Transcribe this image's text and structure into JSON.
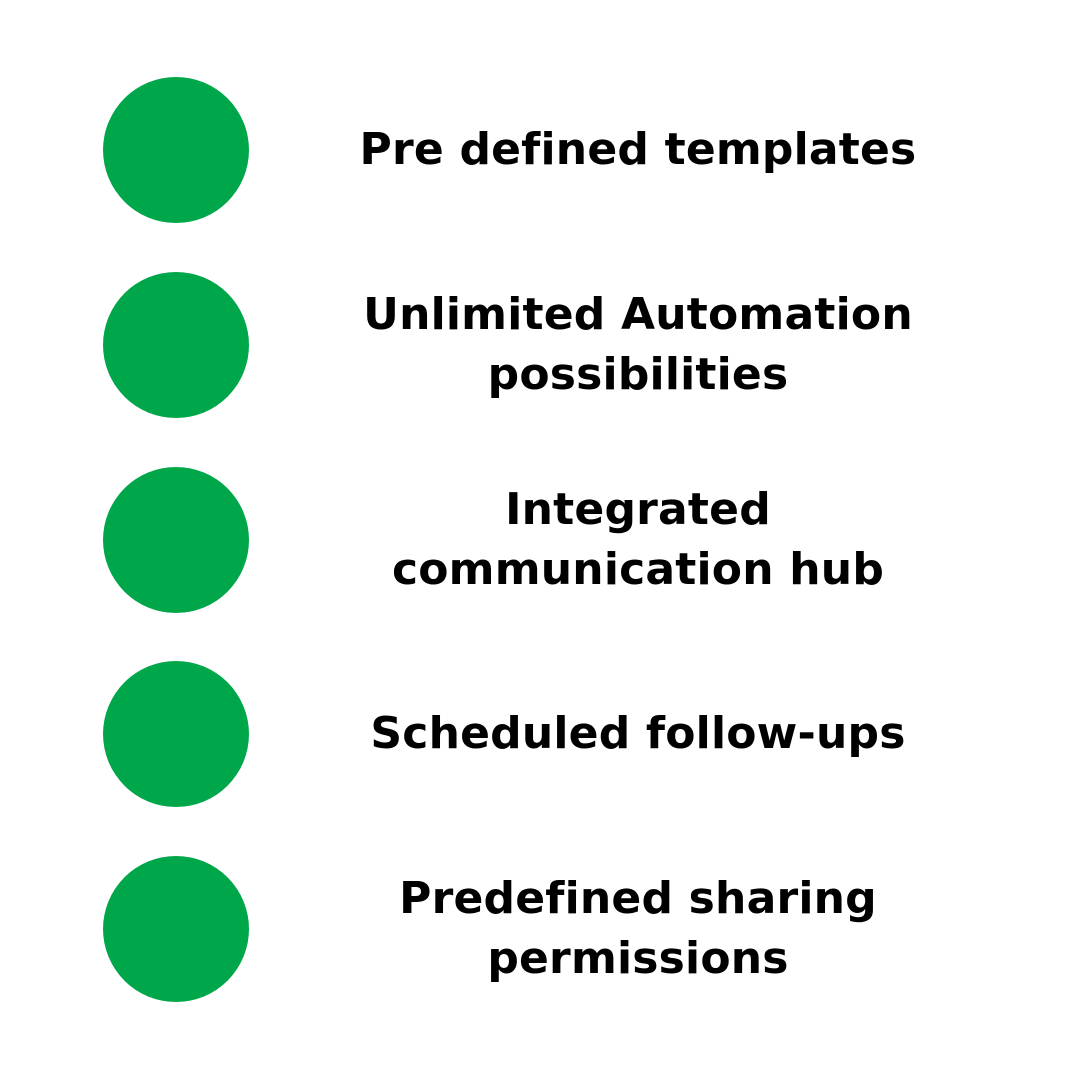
{
  "accent_color": "#00a64a",
  "features": [
    {
      "icon": "green-circle-bullet",
      "lines": [
        "Pre defined templates"
      ]
    },
    {
      "icon": "green-circle-bullet",
      "lines": [
        "Unlimited Automation",
        "possibilities"
      ]
    },
    {
      "icon": "green-circle-bullet",
      "lines": [
        "Integrated",
        "communication hub"
      ]
    },
    {
      "icon": "green-circle-bullet",
      "lines": [
        "Scheduled follow-ups"
      ]
    },
    {
      "icon": "green-circle-bullet",
      "lines": [
        "Predefined sharing",
        "permissions"
      ]
    }
  ]
}
